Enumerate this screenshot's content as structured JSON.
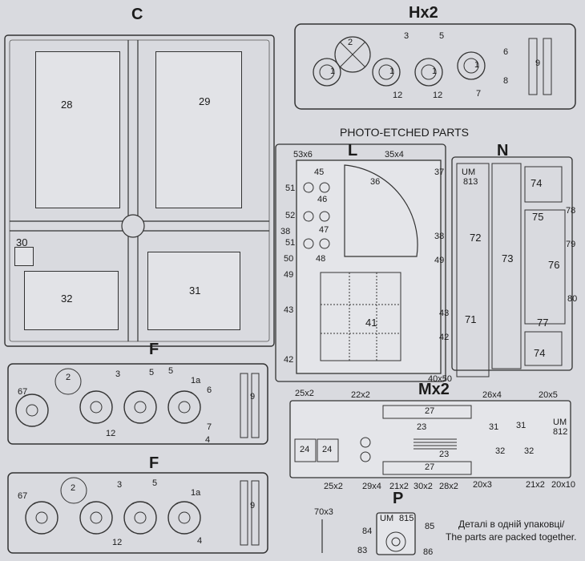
{
  "sheet_labels": {
    "C": "C",
    "H": "Hx2",
    "F1": "F",
    "F2": "F",
    "M": "Mx2",
    "P": "P",
    "L": "L",
    "N": "N"
  },
  "photo_etched_title": "PHOTO-ETCHED PARTS",
  "part_numbers": {
    "c28": "28",
    "c29": "29",
    "c30": "30",
    "c31": "31",
    "c32": "32",
    "h12a": "12",
    "h12b": "12",
    "h9": "9",
    "h7": "7",
    "h8": "8",
    "h6": "6",
    "h3": "3",
    "h5": "5",
    "h2": "2",
    "h1a": "1",
    "h1b": "1",
    "h1c": "1",
    "h1d": "1",
    "l53": "53x6",
    "l35": "35x4",
    "l37": "37",
    "l45": "45",
    "l36": "36",
    "l51a": "51",
    "l46": "46",
    "l52": "52",
    "l38a": "38",
    "l47": "47",
    "l51b": "51",
    "l50": "50",
    "l48": "48",
    "l49a": "49",
    "l49b": "49",
    "l38b": "38",
    "l43a": "43",
    "l43b": "43",
    "l41": "41",
    "l42a": "42",
    "l42b": "42",
    "l4050": "40x50",
    "n72": "72",
    "n73": "73",
    "n71": "71",
    "n74a": "74",
    "n74b": "74",
    "n75": "75",
    "n76": "76",
    "n77": "77",
    "n78": "78",
    "n79": "79",
    "n80": "80",
    "n_um": "UM",
    "n_813": "813",
    "f67": "67",
    "f12a": "12",
    "f2": "2",
    "f3": "3",
    "f5a": "5",
    "f5b": "5",
    "f1a": "1a",
    "f6a": "6",
    "f7": "7",
    "f9": "9",
    "f4": "4",
    "g67": "67",
    "g12": "12",
    "g2": "2",
    "g3": "3",
    "g5": "5",
    "g1a": "1a",
    "g4": "4",
    "g9": "9",
    "m25x2a": "25x2",
    "m22x2": "22x2",
    "m26x4": "26x4",
    "m20x5": "20x5",
    "m27a": "27",
    "m27b": "27",
    "m23a": "23",
    "m23b": "23",
    "m24a": "24",
    "m24b": "24",
    "m31a": "31",
    "m31b": "31",
    "m32a": "32",
    "m32b": "32",
    "m25x2b": "25x2",
    "m29x4": "29x4",
    "m21x2a": "21x2",
    "m30x2": "30x2",
    "m28x2": "28x2",
    "m20x3": "20x3",
    "m21x2b": "21x2",
    "m20x10": "20x10",
    "m_um": "UM",
    "m_812": "812",
    "p70x3": "70x3",
    "p84": "84",
    "p85": "85",
    "p83": "83",
    "p86": "86",
    "p_um": "UM",
    "p_815": "815"
  },
  "footer_note": {
    "line1": "Деталі в одній упаковці/",
    "line2": "The parts are packed together."
  }
}
